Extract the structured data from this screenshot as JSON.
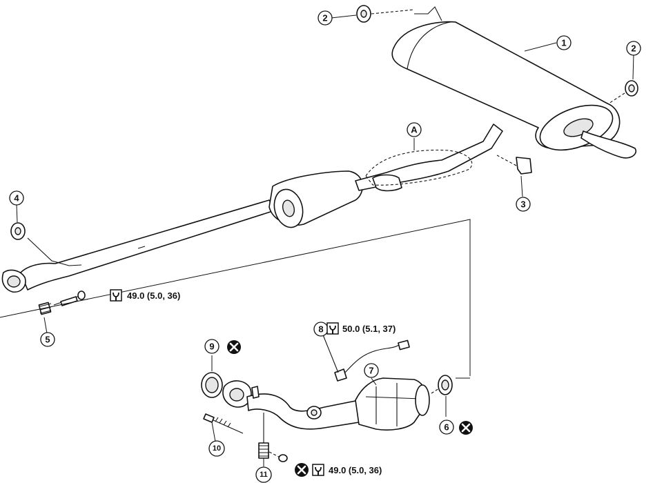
{
  "callouts": {
    "c1": "1",
    "c2a": "2",
    "c2b": "2",
    "c3": "3",
    "c4": "4",
    "c5": "5",
    "c6": "6",
    "c7": "7",
    "c8": "8",
    "c9": "9",
    "c10": "10",
    "c11": "11",
    "cA": "A"
  },
  "torque": {
    "upper_flange_bolt": "49.0 (5.0, 36)",
    "heated_oxygen_sensor": "50.0 (5.1, 37)",
    "lower_flange_nut": "49.0 (5.0, 36)"
  },
  "icons": {
    "do_not_reuse": "x-circle-icon",
    "torque_wrench": "torque-wrench-icon"
  },
  "colors": {
    "line": "#111111",
    "background": "#ffffff"
  }
}
